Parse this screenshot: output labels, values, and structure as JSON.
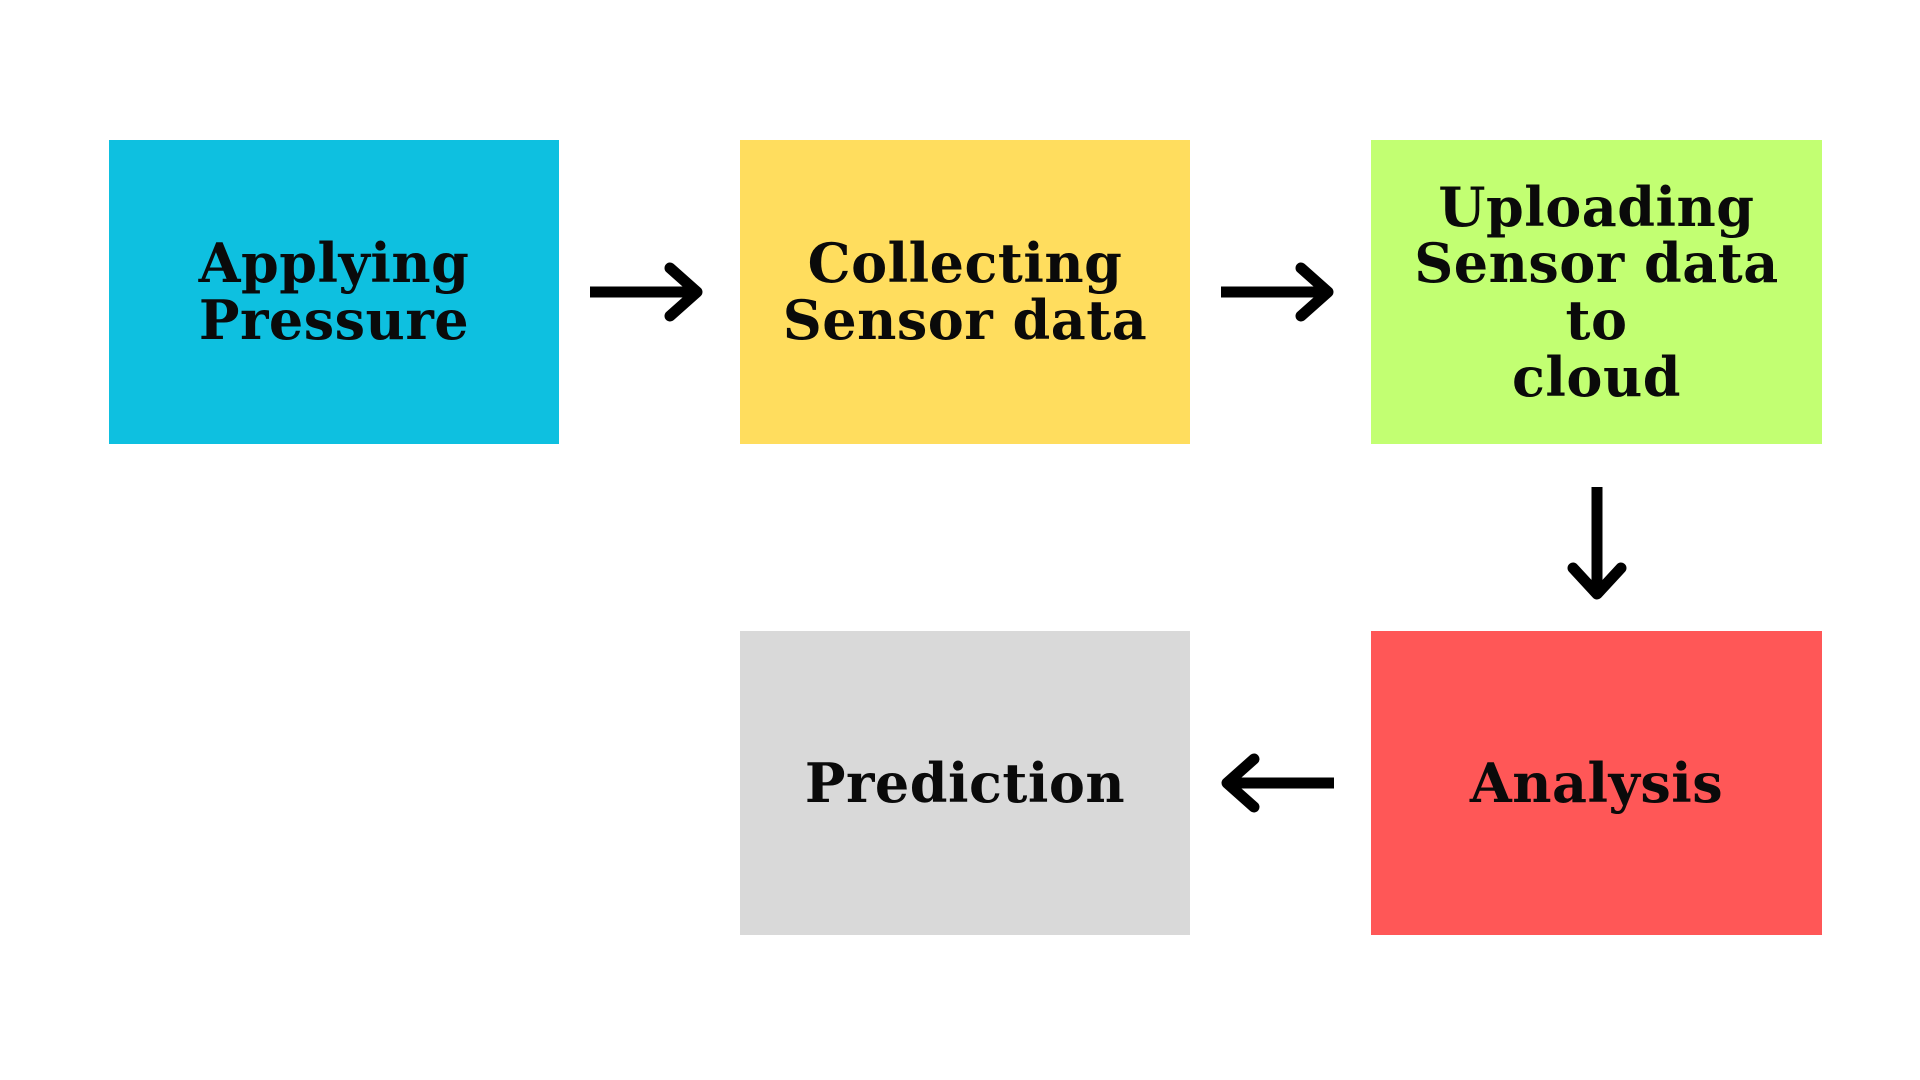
{
  "diagram": {
    "nodes": [
      {
        "id": "applying",
        "label": "Applying\nPressure",
        "color": "#0EC0E0"
      },
      {
        "id": "collecting",
        "label": "Collecting\nSensor data",
        "color": "#FFDD5E"
      },
      {
        "id": "uploading",
        "label": "Uploading\nSensor data to\ncloud",
        "color": "#C2FF72"
      },
      {
        "id": "analysis",
        "label": "Analysis",
        "color": "#FF5757"
      },
      {
        "id": "prediction",
        "label": "Prediction",
        "color": "#D9D9D9"
      }
    ],
    "edges": [
      {
        "from": "applying",
        "to": "collecting",
        "direction": "right"
      },
      {
        "from": "collecting",
        "to": "uploading",
        "direction": "right"
      },
      {
        "from": "uploading",
        "to": "analysis",
        "direction": "down"
      },
      {
        "from": "analysis",
        "to": "prediction",
        "direction": "left"
      }
    ]
  }
}
